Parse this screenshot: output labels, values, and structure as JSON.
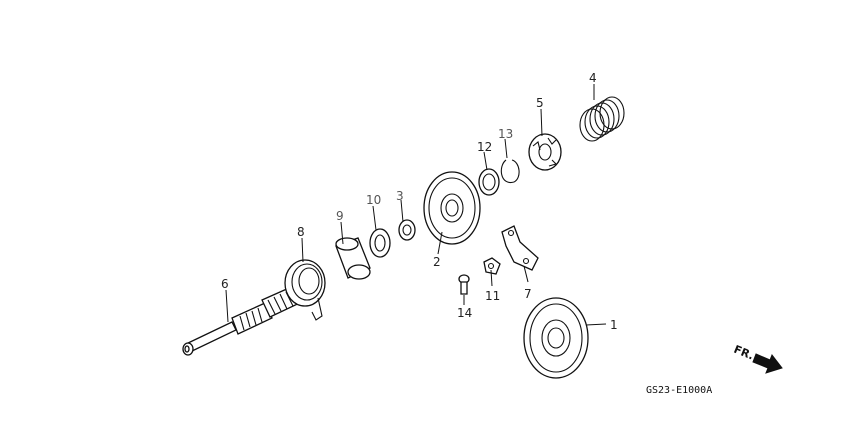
{
  "callouts": [
    {
      "id": "p1",
      "label": "1"
    },
    {
      "id": "p2",
      "label": "2"
    },
    {
      "id": "p3",
      "label": "3"
    },
    {
      "id": "p4",
      "label": "4"
    },
    {
      "id": "p5",
      "label": "5"
    },
    {
      "id": "p6",
      "label": "6"
    },
    {
      "id": "p7",
      "label": "7"
    },
    {
      "id": "p8",
      "label": "8"
    },
    {
      "id": "p9",
      "label": "9"
    },
    {
      "id": "p10",
      "label": "10"
    },
    {
      "id": "p11",
      "label": "11"
    },
    {
      "id": "p12",
      "label": "12"
    },
    {
      "id": "p13",
      "label": "13"
    },
    {
      "id": "p14",
      "label": "14"
    }
  ],
  "direction_label": "FR.",
  "diagram_code": "GS23-E1000A"
}
